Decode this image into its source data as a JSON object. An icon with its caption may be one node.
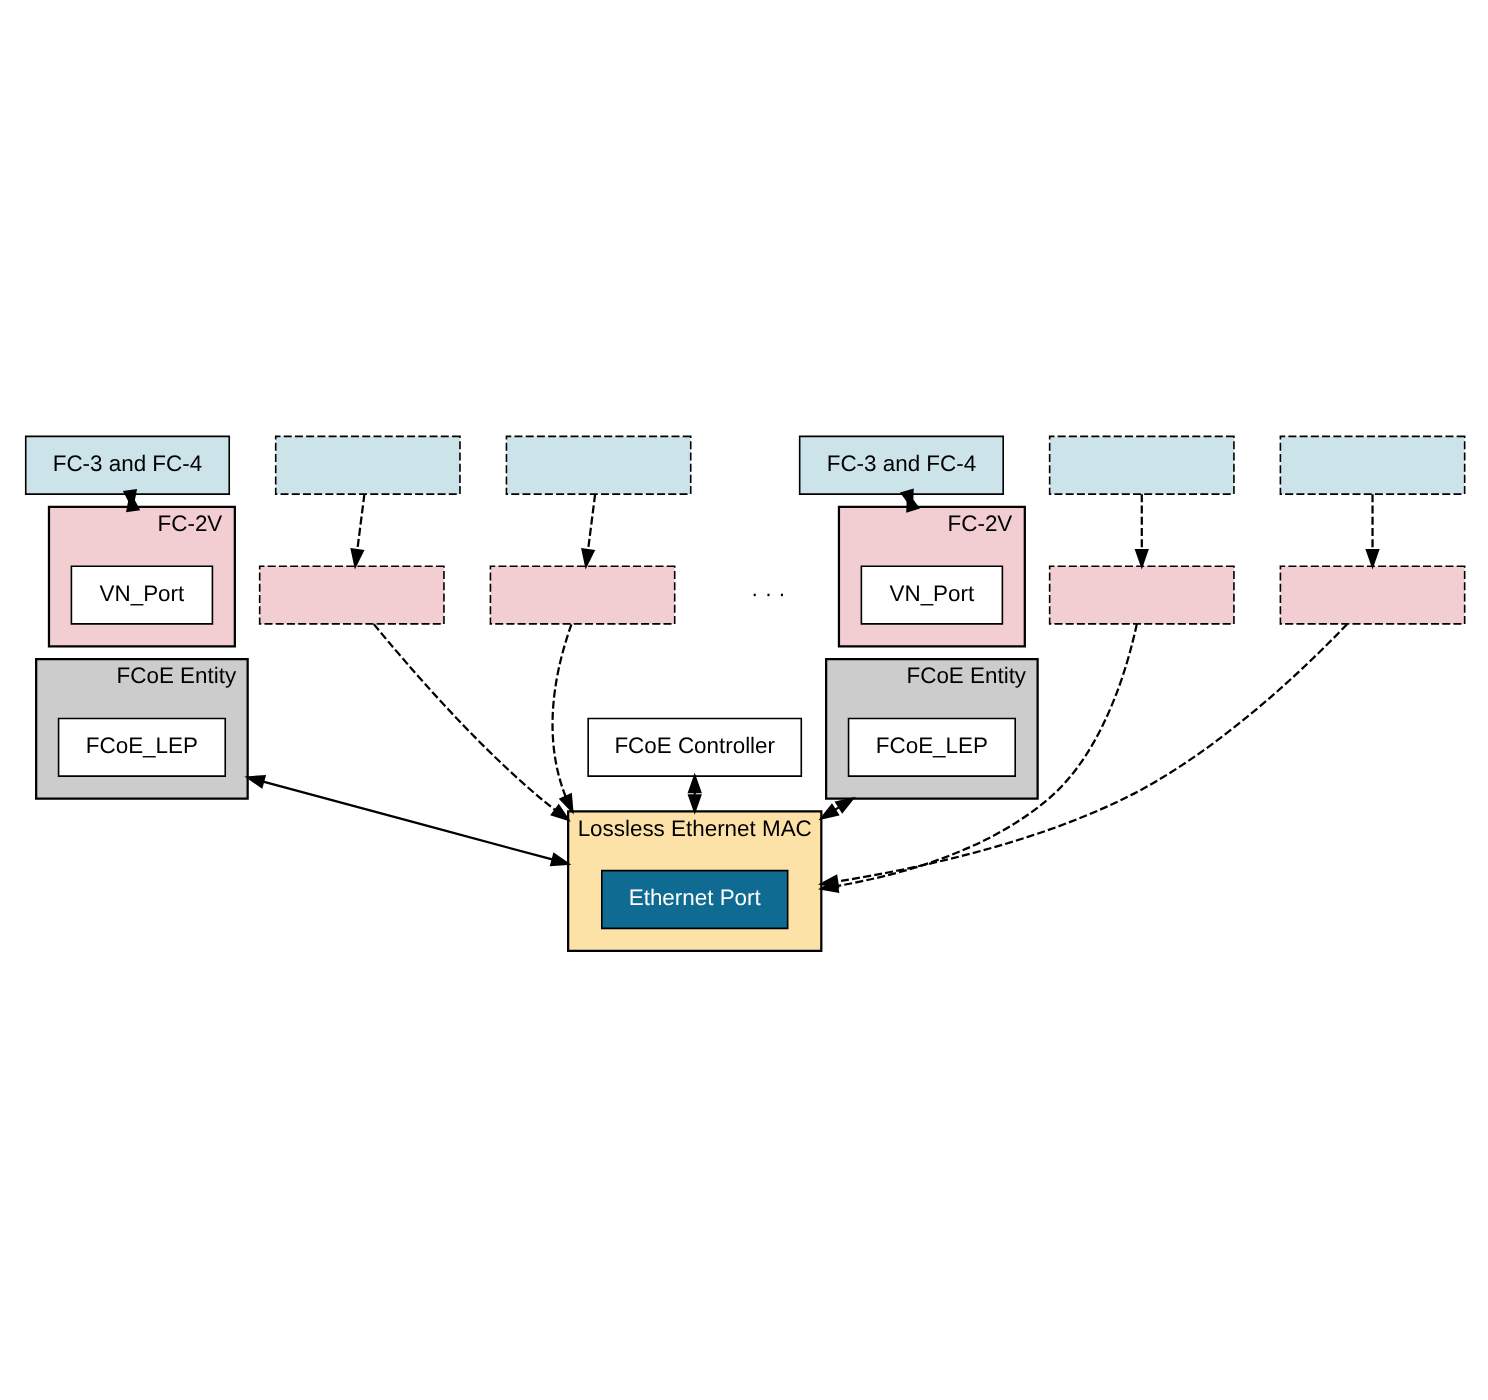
{
  "diagram": {
    "nodes": [
      {
        "text": [
          "FC-3 and FC-4"
        ]
      },
      {
        "text": [],
        "shape": "box"
      },
      {
        "text": [],
        "shape": "box"
      },
      {
        "text": [
          "FC-2V"
        ]
      },
      {
        "text": [
          "VN_Port"
        ],
        "in": 3
      },
      {
        "text": [
          "FCoE Entity"
        ]
      },
      {
        "text": [
          "FCoE_LEP"
        ],
        "in": 5
      },
      {
        "text": [],
        "shape": "box"
      },
      {
        "text": [],
        "shape": "box"
      },
      {
        "text": [
          "FC-3 and FC-4"
        ]
      },
      {
        "text": [],
        "shape": "box"
      },
      {
        "text": [],
        "shape": "box"
      },
      {
        "text": [
          "FC-2V"
        ]
      },
      {
        "text": [
          "VN_Port"
        ],
        "in": 12
      },
      {
        "text": [
          "FCoE Entity"
        ]
      },
      {
        "text": [
          "FCoE_LEP"
        ],
        "in": 14
      },
      {
        "text": [],
        "shape": "box"
      },
      {
        "text": [],
        "shape": "box"
      },
      {
        "text": [
          "FCoE Controller"
        ]
      },
      {
        "text": [
          "Lossless Ethernet MAC"
        ]
      },
      {
        "text": [
          "Ethernet Port"
        ],
        "in": 19
      }
    ],
    "edges": [
      {
        "from": 0,
        "to": 3,
        "arrow": "both"
      },
      {
        "from": 1,
        "to": 7,
        "arrow": "to",
        "style": "dashed"
      },
      {
        "from": 2,
        "to": 8,
        "arrow": "to",
        "style": "dashed"
      },
      {
        "from": 9,
        "to": 12,
        "arrow": "both"
      },
      {
        "from": 10,
        "to": 16,
        "arrow": "to",
        "style": "dashed"
      },
      {
        "from": 11,
        "to": 17,
        "arrow": "to",
        "style": "dashed"
      },
      {
        "from": 5,
        "to": 19,
        "arrow": "both"
      },
      {
        "from": 7,
        "to": 19,
        "arrow": "to",
        "style": "dashed"
      },
      {
        "from": 8,
        "to": 19,
        "arrow": "to",
        "style": "dashed"
      },
      {
        "from": 18,
        "to": 19,
        "arrow": "both"
      },
      {
        "from": 14,
        "to": 19,
        "arrow": "both"
      },
      {
        "from": 16,
        "to": 19,
        "arrow": "to",
        "style": "dashed"
      },
      {
        "from": 17,
        "to": 19,
        "arrow": "to",
        "style": "dashed"
      }
    ],
    "labels": [
      "· · ·"
    ]
  }
}
